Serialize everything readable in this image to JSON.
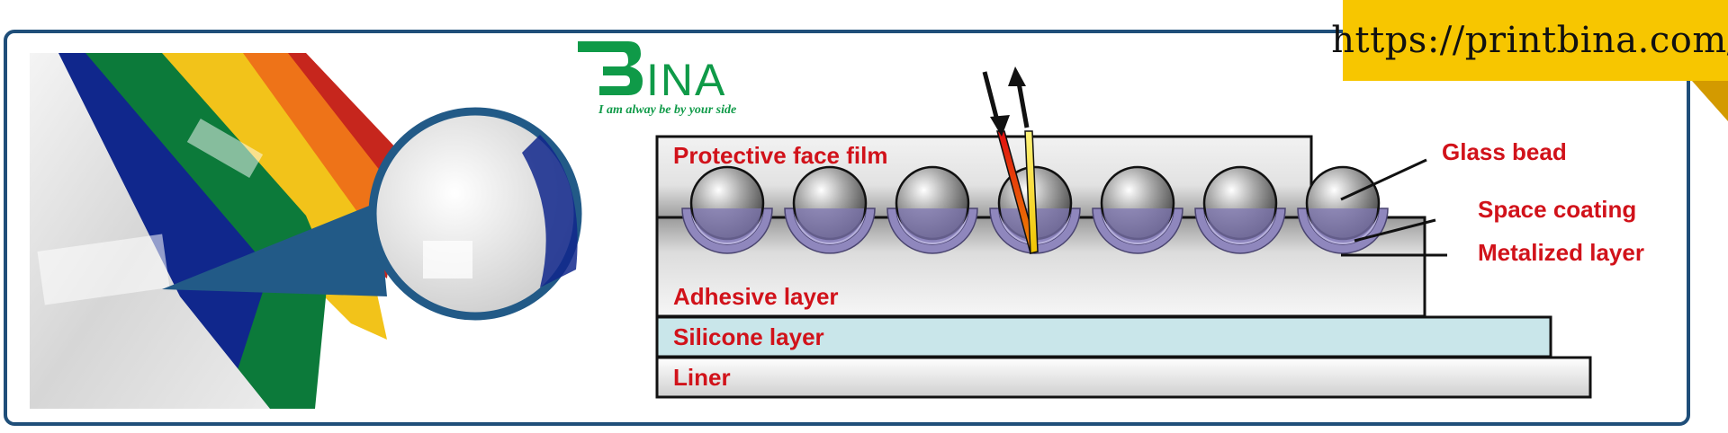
{
  "banner": {
    "url": "https://printbina.com/"
  },
  "logo": {
    "wordmark": "INA",
    "tagline": "I am alway be by your side",
    "brand_color": "#0f9a48"
  },
  "diagram": {
    "layers": {
      "protective": "Protective face film",
      "adhesive": "Adhesive layer",
      "silicone": "Silicone layer",
      "liner": "Liner"
    },
    "callouts": {
      "glass_bead": "Glass bead",
      "space_coating": "Space coating",
      "metalized": "Metalized layer"
    },
    "label_color": "#d1121a",
    "bead_count": 7
  },
  "colors": {
    "frame": "#1f4e79",
    "banner": "#f7c600",
    "silicone": "#c9e6ea",
    "metal": "#8f87bd"
  }
}
